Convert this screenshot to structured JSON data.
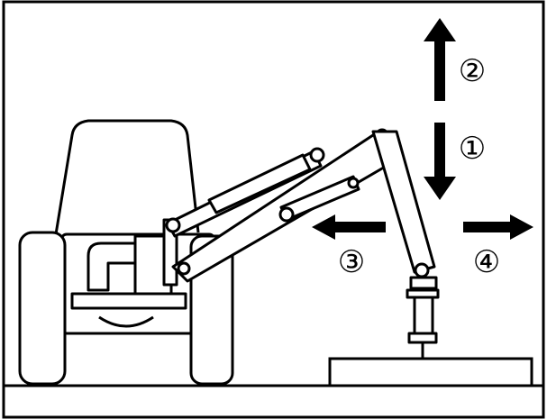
{
  "diagram": {
    "arrow_labels": {
      "down": "①",
      "up": "②",
      "left": "③",
      "right": "④"
    },
    "colors": {
      "stroke": "#000000",
      "background": "#ffffff",
      "arrow_fill": "#000000"
    },
    "components": [
      "tractor-cab",
      "rear-wheel",
      "front-wheel",
      "mounting-bracket",
      "main-boom",
      "hydraulic-cylinder",
      "lower-link",
      "dipper-arm",
      "tool-head",
      "ground-load"
    ]
  }
}
